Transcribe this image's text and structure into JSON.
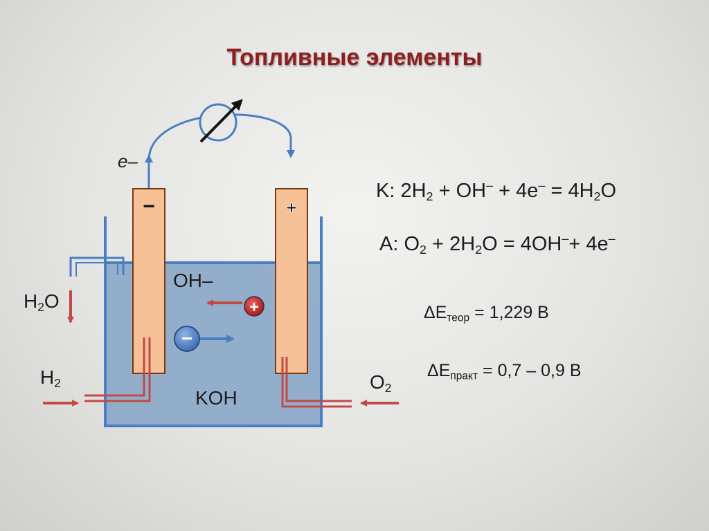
{
  "slide": {
    "title": "Топливные элементы"
  },
  "diagram": {
    "electron_label": "e–",
    "anode_sign": "−",
    "cathode_sign": "+",
    "ion_label": "OH–",
    "electrolyte_label": "KOH",
    "water_label": {
      "base": "H",
      "sub": "2",
      "tail": "O"
    },
    "hydrogen_label": {
      "base": "H",
      "sub": "2"
    },
    "oxygen_label": {
      "base": "O",
      "sub": "2"
    },
    "positive_ion_sign": "+",
    "negative_ion_sign": "−",
    "colors": {
      "electrode_fill": "#f7c197",
      "electrode_stroke": "#7a3a10",
      "electrolyte_fill": "#8aa7c6",
      "vessel_stroke": "#4a7ec4",
      "pipe_red": "#c24a45",
      "wire_blue": "#4a7ec4",
      "ion_positive": "#c42b2b",
      "ion_negative": "#4a7ec4"
    }
  },
  "equations": {
    "cathode": {
      "prefix": "K: 2H",
      "s1": "2",
      "m1": " + OH",
      "e1": "–",
      "m2": " + 4e",
      "e2": "–",
      "m3": " = 4H",
      "s2": "2",
      "end": "O"
    },
    "anode": {
      "prefix": "A: O",
      "s1": "2",
      "m1": " + 2H",
      "s2": "2",
      "m2": "O = 4OH",
      "e1": "–",
      "m3": "+ 4e",
      "e2": "–"
    },
    "theoretical": {
      "prefix": "ΔE",
      "sub": "теор",
      "value": " = 1,229 В"
    },
    "practical": {
      "prefix": "ΔE",
      "sub": "практ",
      "value": " = 0,7 – 0,9 В"
    }
  }
}
